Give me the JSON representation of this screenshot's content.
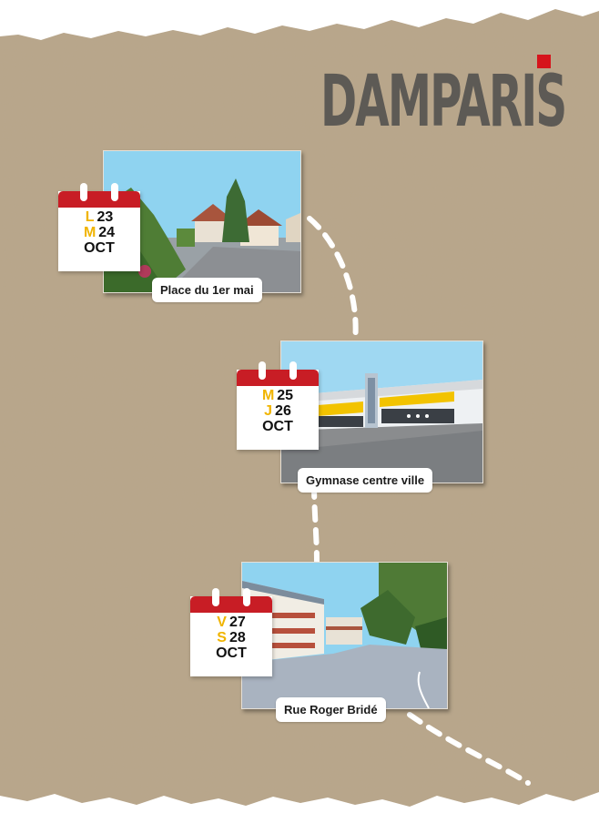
{
  "brand": {
    "name": "DAMPARIS",
    "accent_color": "#d6141c"
  },
  "events": [
    {
      "day1_letter": "L",
      "day1_num": "23",
      "day2_letter": "M",
      "day2_num": "24",
      "month": "OCT",
      "location": "Place du 1er mai"
    },
    {
      "day1_letter": "M",
      "day1_num": "25",
      "day2_letter": "J",
      "day2_num": "26",
      "month": "OCT",
      "location": "Gymnase centre ville"
    },
    {
      "day1_letter": "V",
      "day1_num": "27",
      "day2_letter": "S",
      "day2_num": "28",
      "month": "OCT",
      "location": "Rue Roger Bridé"
    }
  ],
  "colors": {
    "calendar_red": "#c81d25",
    "day_letter": "#f0b400",
    "paper": "#b9a68a"
  }
}
